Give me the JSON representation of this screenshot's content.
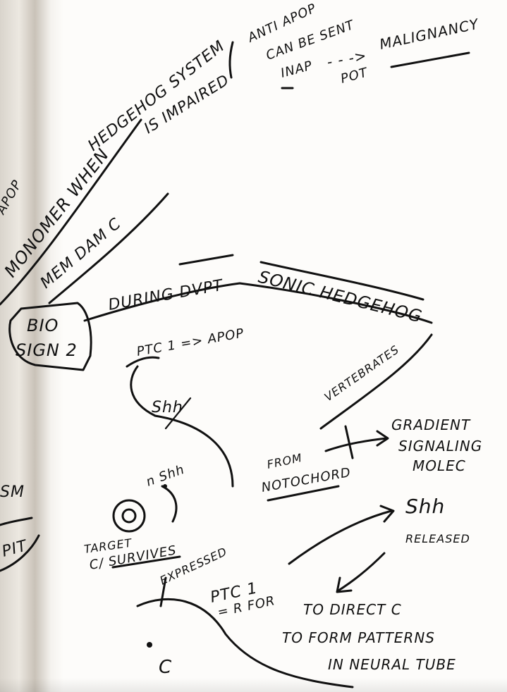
{
  "notes": {
    "top_branch_1": "MONOMER WHEN",
    "top_branch_2": "HEDGEHOG SYSTEM",
    "top_branch_3": "IS IMPAIRED",
    "antiapop_1": "ANTI APOP",
    "antiapop_2": "CAN BE SENT",
    "inap": "INAP",
    "pot": "POT",
    "malignancy": "MALIGNANCY",
    "arrow_dashes": "- - ->",
    "left_edge_top": "APOP",
    "mem_dam": "MEM DAM C",
    "during_dvpt": "DURING DVPT",
    "sonic_hedgehog": "SONIC HEDGEHOG",
    "bio_1": "BIO",
    "bio_2": "SIGN 2",
    "ptc_apop": "PTC 1 => APOP",
    "shh_crossed": "Shh",
    "n_shh": "n Shh",
    "vertebrates": "VERTEBRATES",
    "from": "FROM",
    "notochord": "NOTOCHORD",
    "gradient_1": "GRADIENT",
    "gradient_2": "SIGNALING",
    "gradient_3": "MOLEC",
    "shh_right": "Shh",
    "released": "RELEASED",
    "target": "TARGET",
    "c_survives": "C/ SURVIVES",
    "expressed": "EXPRESSED",
    "ptc1": "PTC 1",
    "r_for": "= R FOR",
    "to_direct": "TO DIRECT C",
    "to_form": "TO FORM PATTERNS",
    "in_neural": "IN NEURAL TUBE",
    "left_sm": "SM",
    "left_pit": "PIT",
    "cell_c": "C"
  }
}
